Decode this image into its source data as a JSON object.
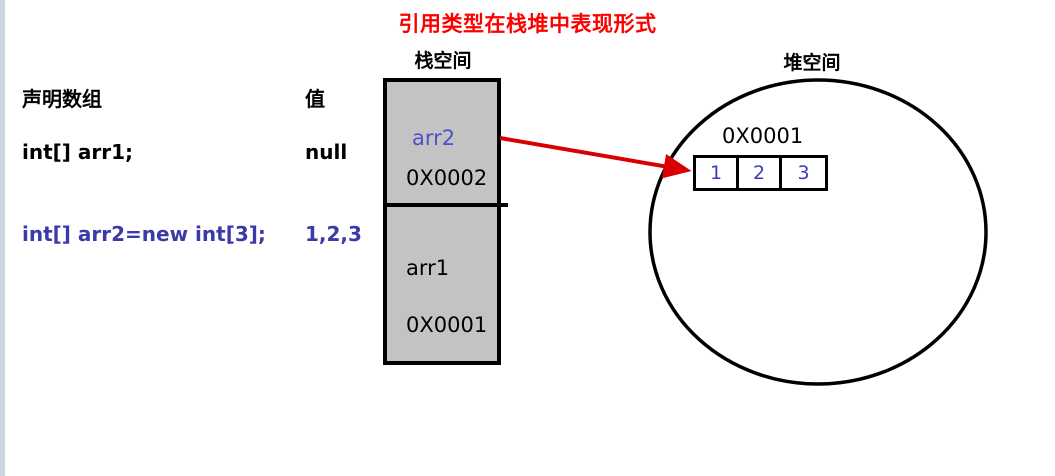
{
  "title": "引用类型在栈堆中表现形式",
  "labels": {
    "stack": "栈空间",
    "heap": "堆空间"
  },
  "declaration_table": {
    "header": {
      "name": "声明数组",
      "value": "值"
    },
    "rows": [
      {
        "name": "int[] arr1;",
        "value": "null",
        "color": "#000000"
      },
      {
        "name": "int[] arr2=new int[3];",
        "value": "1,2,3",
        "color": "#3b3ba8"
      }
    ]
  },
  "stack": {
    "cells": [
      {
        "name": "arr2",
        "address": "0X0002",
        "name_color": "#5050c8"
      },
      {
        "name": "arr1",
        "address": "0X0001",
        "name_color": "#000000"
      }
    ],
    "fill_color": "#c3c3c3",
    "border_color": "#000000"
  },
  "heap": {
    "address": "0X0001",
    "array_values": [
      "1",
      "2",
      "3"
    ],
    "value_color": "#3b3bbf"
  },
  "arrow": {
    "color": "#d80000",
    "from": "stack arr2 cell",
    "to": "heap array"
  },
  "colors": {
    "title": "#fe0000",
    "rail": "#ccd6e2",
    "background": "#ffffff"
  }
}
